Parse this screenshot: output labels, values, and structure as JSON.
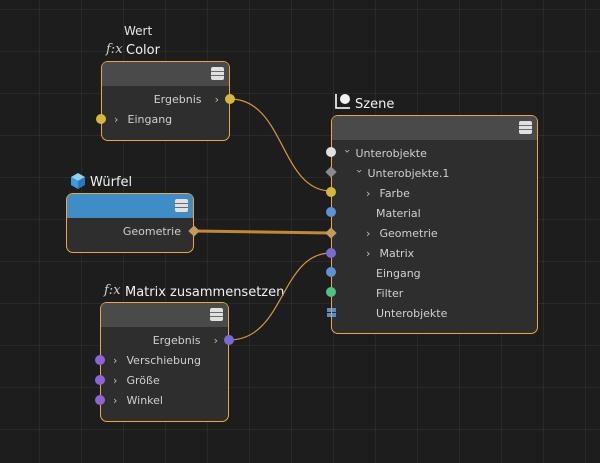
{
  "colors": {
    "node_border": "#f0a63e",
    "node_body": "#2e2e2e",
    "header_gray": "#4a4a4a",
    "header_blue": "#3e8dc6",
    "port_yellow": "#d8b63a",
    "port_blue": "#5a93d6",
    "port_purple": "#8e63d8",
    "port_white": "#e0e0e0",
    "port_green": "#4fc282",
    "port_gray": "#8a8a8a"
  },
  "nodes": {
    "color": {
      "subtitle": "Wert",
      "fx_label": "f:x",
      "title": "Color",
      "outputs": [
        "Ergebnis"
      ],
      "inputs": [
        "Eingang"
      ]
    },
    "wuerfel": {
      "icon": "cube-icon",
      "title": "Würfel",
      "outputs": [
        "Geometrie"
      ]
    },
    "matrix": {
      "fx_label": "f:x",
      "title": "Matrix zusammensetzen",
      "outputs": [
        "Ergebnis"
      ],
      "inputs": [
        "Verschiebung",
        "Größe",
        "Winkel"
      ]
    },
    "szene": {
      "icon": "scene-icon",
      "title": "Szene",
      "ports": [
        "Unterobjekte",
        "Unterobjekte.1",
        "Farbe",
        "Material",
        "Geometrie",
        "Matrix",
        "Eingang",
        "Filter",
        "Unterobjekte"
      ]
    }
  }
}
